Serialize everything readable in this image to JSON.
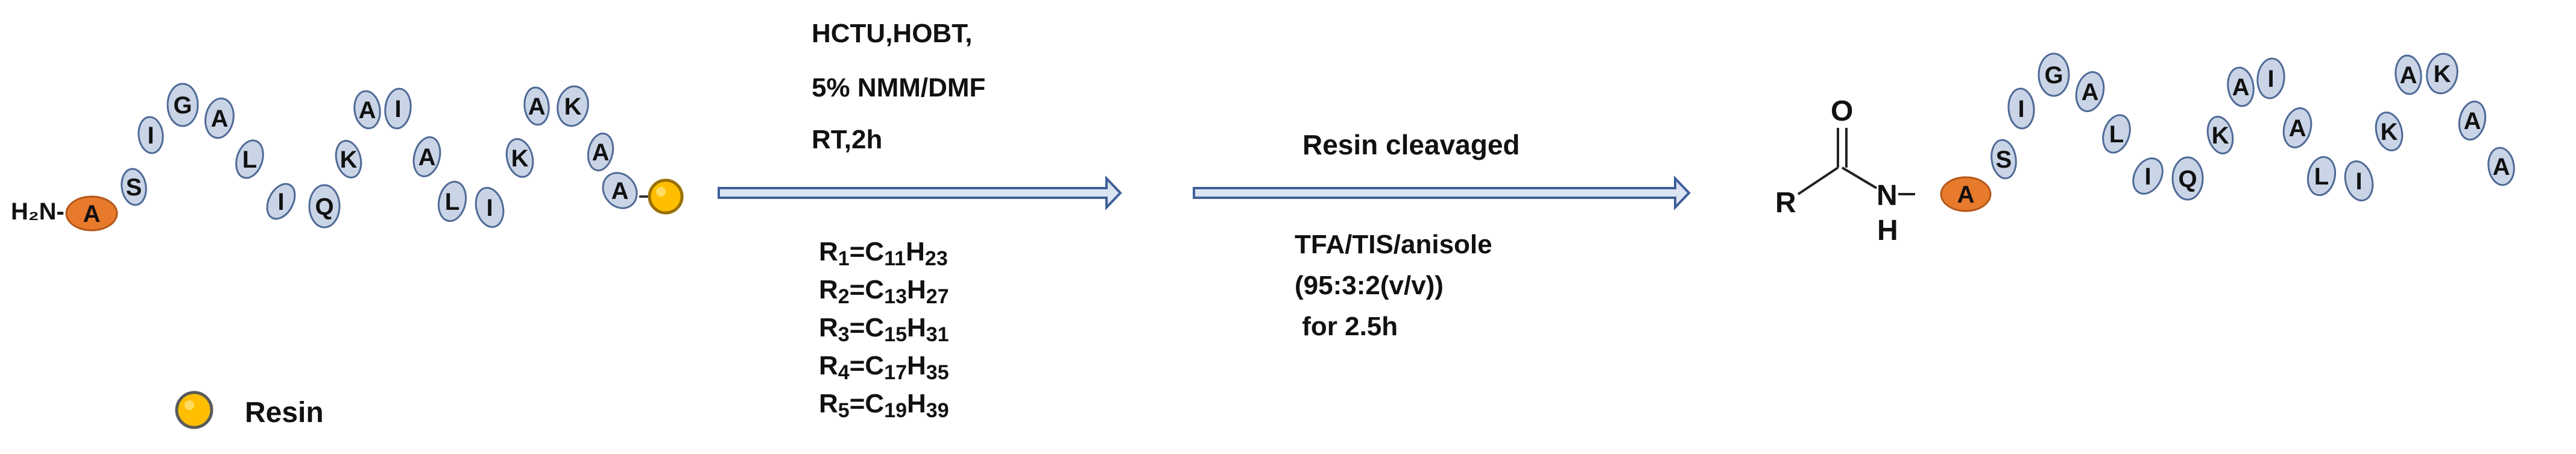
{
  "colors": {
    "bead_fill": "#c9d4e6",
    "bead_stroke": "#4f6a96",
    "terminal_fill": "#e87a2c",
    "terminal_stroke": "#b3581b",
    "resin_fill": "#ffbf00",
    "resin_stroke": "#9a7000",
    "arrow_fill": "#dbe4f2",
    "arrow_stroke": "#3f5f98"
  },
  "left_peptide": {
    "n_terminus": "H₂N-",
    "residues": [
      "A",
      "S",
      "I",
      "G",
      "A",
      "L",
      "I",
      "Q",
      "K",
      "A",
      "I",
      "A",
      "L",
      "I",
      "K",
      "A",
      "K",
      "A",
      "A"
    ]
  },
  "step1": {
    "reagents": [
      "HCTU,HOBT,",
      "5% NMM/DMF",
      "RT,2h"
    ],
    "substituents": [
      {
        "r": "R",
        "r_sub": "1",
        "eq": "=C",
        "c_sub": "11",
        "h": "H",
        "h_sub": "23"
      },
      {
        "r": "R",
        "r_sub": "2",
        "eq": "=C",
        "c_sub": "13",
        "h": "H",
        "h_sub": "27"
      },
      {
        "r": "R",
        "r_sub": "3",
        "eq": "=C",
        "c_sub": "15",
        "h": "H",
        "h_sub": "31"
      },
      {
        "r": "R",
        "r_sub": "4",
        "eq": "=C",
        "c_sub": "17",
        "h": "H",
        "h_sub": "35"
      },
      {
        "r": "R",
        "r_sub": "5",
        "eq": "=C",
        "c_sub": "19",
        "h": "H",
        "h_sub": "39"
      }
    ]
  },
  "step2": {
    "title": "Resin cleavaged",
    "conditions": [
      "TFA/TIS/anisole",
      "(95:3:2(v/v))",
      " for 2.5h"
    ]
  },
  "product": {
    "r_label": "R",
    "o_label": "O",
    "n_label": "N",
    "h_label": "H",
    "residues": [
      "A",
      "S",
      "I",
      "G",
      "A",
      "L",
      "I",
      "Q",
      "K",
      "A",
      "I",
      "A",
      "L",
      "I",
      "K",
      "A",
      "K",
      "A",
      "A"
    ]
  },
  "legend": {
    "resin_label": "Resin"
  }
}
